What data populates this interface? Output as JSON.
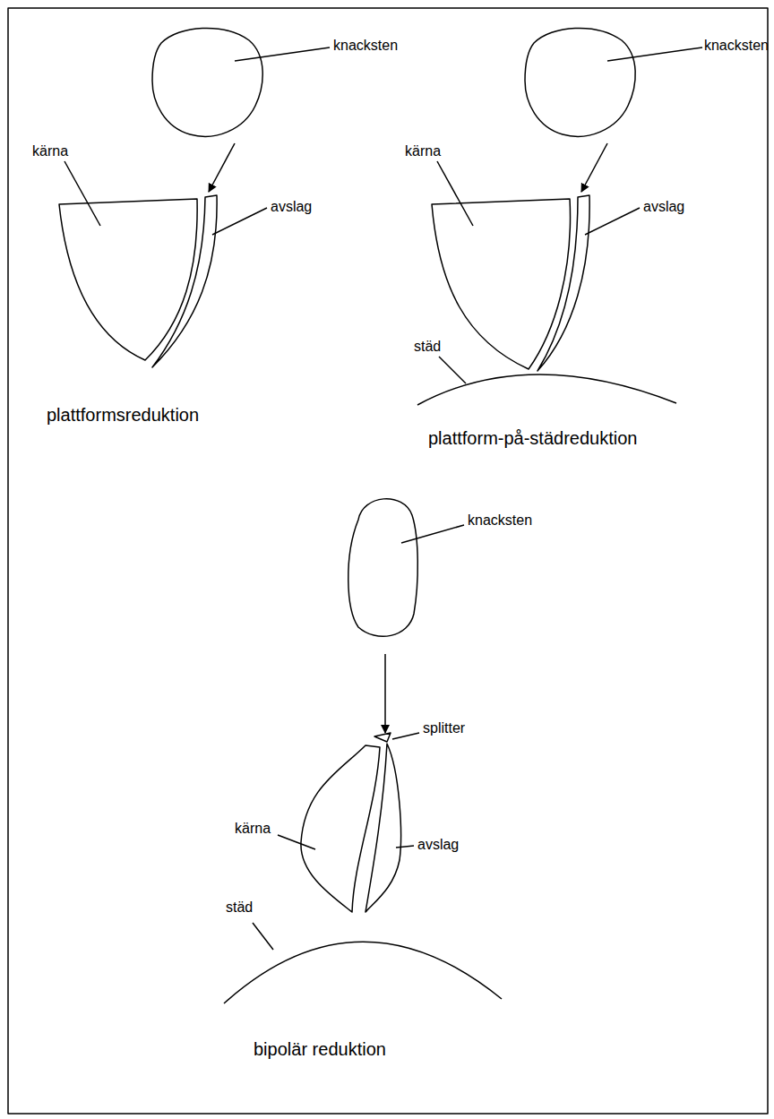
{
  "diagram": {
    "labels": [
      "knacksten",
      "kärna",
      "avslag",
      "plattformsreduktion",
      "knacksten",
      "kärna",
      "avslag",
      "städ",
      "plattform-på-städreduktion",
      "knacksten",
      "splitter",
      "kärna",
      "avslag",
      "städ",
      "bipolär reduktion"
    ]
  }
}
